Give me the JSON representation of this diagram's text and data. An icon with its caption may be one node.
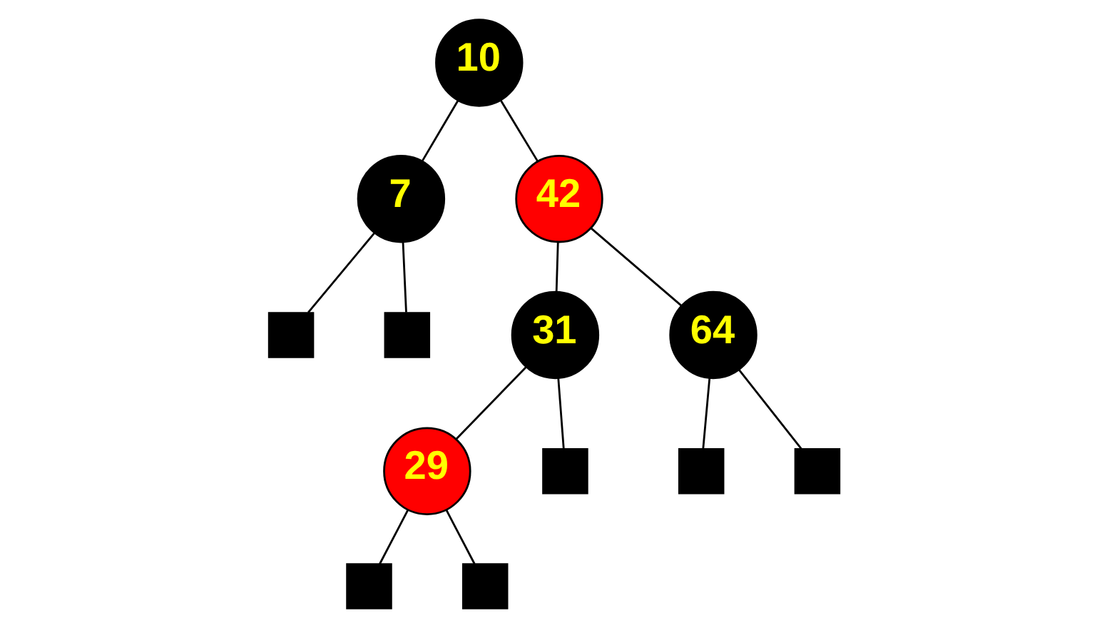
{
  "diagram": {
    "nodes": [
      {
        "text": [
          "10"
        ]
      },
      {
        "text": [
          "7"
        ]
      },
      {
        "text": [
          "42"
        ]
      },
      {
        "text": [],
        "shape": "box"
      },
      {
        "text": [],
        "shape": "box"
      },
      {
        "text": [
          "31"
        ]
      },
      {
        "text": [
          "64"
        ]
      },
      {
        "text": [
          "29"
        ]
      },
      {
        "text": [],
        "shape": "box"
      },
      {
        "text": [],
        "shape": "box"
      },
      {
        "text": [],
        "shape": "box"
      },
      {
        "text": [],
        "shape": "box"
      },
      {
        "text": [],
        "shape": "box"
      }
    ],
    "edges": [
      {
        "from": 0,
        "to": 1,
        "arrow": "none"
      },
      {
        "from": 0,
        "to": 2,
        "arrow": "none"
      },
      {
        "from": 1,
        "to": 3,
        "arrow": "none"
      },
      {
        "from": 1,
        "to": 4,
        "arrow": "none"
      },
      {
        "from": 2,
        "to": 5,
        "arrow": "none"
      },
      {
        "from": 2,
        "to": 6,
        "arrow": "none"
      },
      {
        "from": 5,
        "to": 7,
        "arrow": "none"
      },
      {
        "from": 5,
        "to": 8,
        "arrow": "none"
      },
      {
        "from": 6,
        "to": 9,
        "arrow": "none"
      },
      {
        "from": 6,
        "to": 10,
        "arrow": "none"
      },
      {
        "from": 7,
        "to": 11,
        "arrow": "none"
      },
      {
        "from": 7,
        "to": 12,
        "arrow": "none"
      }
    ]
  }
}
